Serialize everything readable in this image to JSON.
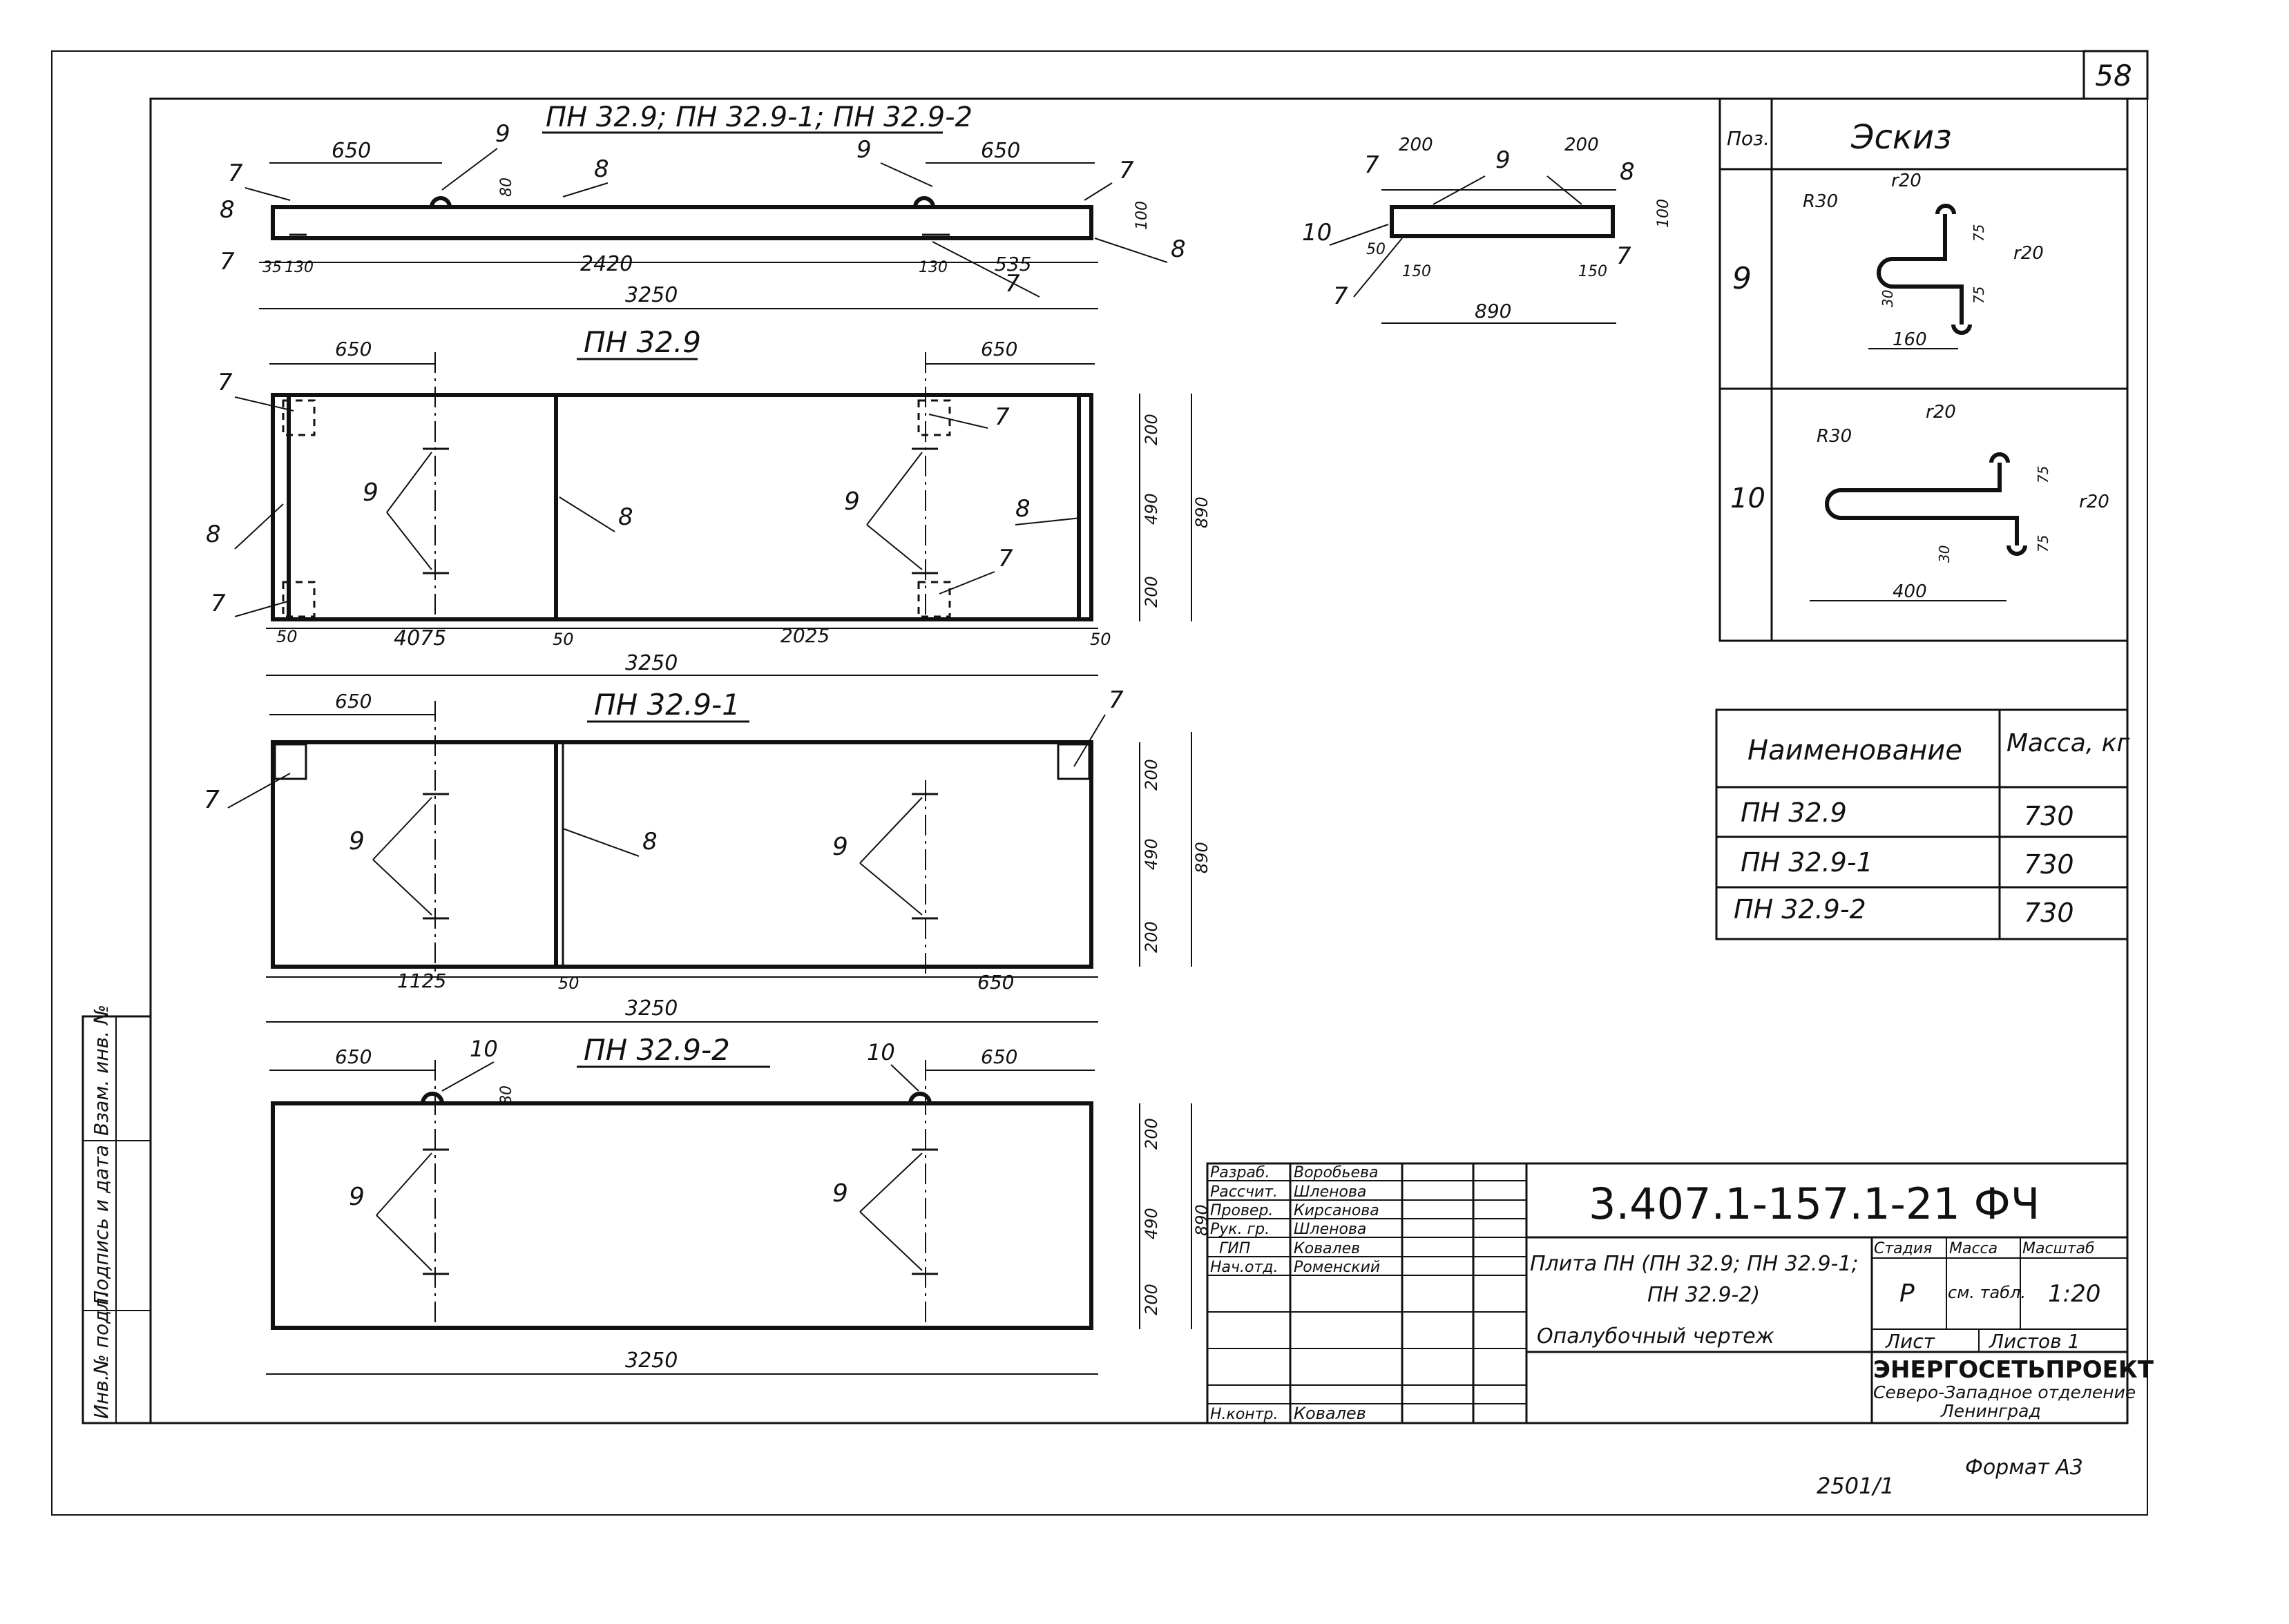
{
  "page_number": "58",
  "views": {
    "side_title": "ПН 32.9; ПН 32.9-1; ПН 32.9-2",
    "side_dims": {
      "d650a": "650",
      "d650b": "650",
      "d80": "80",
      "d100": "100",
      "d35": "35",
      "d130a": "130",
      "d2420": "2420",
      "d130b": "130",
      "d535": "535",
      "d3250": "3250"
    },
    "end_dims": {
      "d200a": "200",
      "d200b": "200",
      "d100": "100",
      "d50": "50",
      "d150a": "150",
      "d150b": "150",
      "d890": "890"
    },
    "plan1_title": "ПН 32.9",
    "plan1_dims": {
      "d650a": "650",
      "d650b": "650",
      "d200a": "200",
      "d490": "490",
      "d200b": "200",
      "d890": "890",
      "d50a": "50",
      "d4075": "4075",
      "d50b": "50",
      "d2025": "2025",
      "d50c": "50",
      "d3250": "3250"
    },
    "plan2_title": "ПН 32.9-1",
    "plan2_dims": {
      "d650a": "650",
      "d200a": "200",
      "d490": "490",
      "d200b": "200",
      "d890": "890",
      "d1125": "1125",
      "d50": "50",
      "d650b": "650",
      "d3250": "3250"
    },
    "plan3_title": "ПН 32.9-2",
    "plan3_dims": {
      "d650a": "650",
      "d650b": "650",
      "d80": "80",
      "d200a": "200",
      "d490": "490",
      "d200b": "200",
      "d890": "890",
      "d3250": "3250"
    },
    "callouts": {
      "p7": "7",
      "p8": "8",
      "p9": "9",
      "p10": "10"
    }
  },
  "sketch_table": {
    "header_pos": "Поз.",
    "header_sketch": "Эскиз",
    "rows": [
      {
        "pos": "9",
        "labels": {
          "r30": "R30",
          "r20a": "r20",
          "r20b": "r20",
          "d75a": "75",
          "d75b": "75",
          "d30": "30",
          "d160": "160"
        }
      },
      {
        "pos": "10",
        "labels": {
          "r30": "R30",
          "r20a": "r20",
          "r20b": "r20",
          "d75a": "75",
          "d75b": "75",
          "d30": "30",
          "d400": "400"
        }
      }
    ]
  },
  "mass_table": {
    "header_name": "Наименование",
    "header_mass": "Масса, кг",
    "rows": [
      {
        "name": "ПН 32.9",
        "mass": "730"
      },
      {
        "name": "ПН 32.9-1",
        "mass": "730"
      },
      {
        "name": "ПН 32.9-2",
        "mass": "730"
      }
    ]
  },
  "left_strip": [
    "Инв.№ подл.",
    "Подпись и дата",
    "Взам. инв. №"
  ],
  "title_block": {
    "roles": [
      {
        "role": "Разраб.",
        "name": "Воробьева"
      },
      {
        "role": "Рассчит.",
        "name": "Шленова"
      },
      {
        "role": "Провер.",
        "name": "Кирсанова"
      },
      {
        "role": "Рук. гр.",
        "name": "Шленова"
      },
      {
        "role": "ГИП",
        "name": "Ковалев"
      },
      {
        "role": "Нач.отд.",
        "name": "Роменский"
      }
    ],
    "norm_role": "Н.контр.",
    "norm_name": "Ковалев",
    "code": "3.407.1-157.1-21 ФЧ",
    "name_line1": "Плита ПН (ПН 32.9; ПН 32.9-1;",
    "name_line2": "ПН 32.9-2)",
    "name_line3": "Опалубочный чертеж",
    "stage_label": "Стадия",
    "mass_label": "Масса",
    "scale_label": "Масштаб",
    "stage": "Р",
    "mass_value": "см. табл.",
    "scale": "1:20",
    "sheet_label": "Лист",
    "sheets_label": "Листов 1",
    "org1": "ЭНЕРГОСЕТЬПРОЕКТ",
    "org2": "Северо-Западное отделение",
    "org3": "Ленинград"
  },
  "format": "Формат А3",
  "footer_number": "2501/1"
}
